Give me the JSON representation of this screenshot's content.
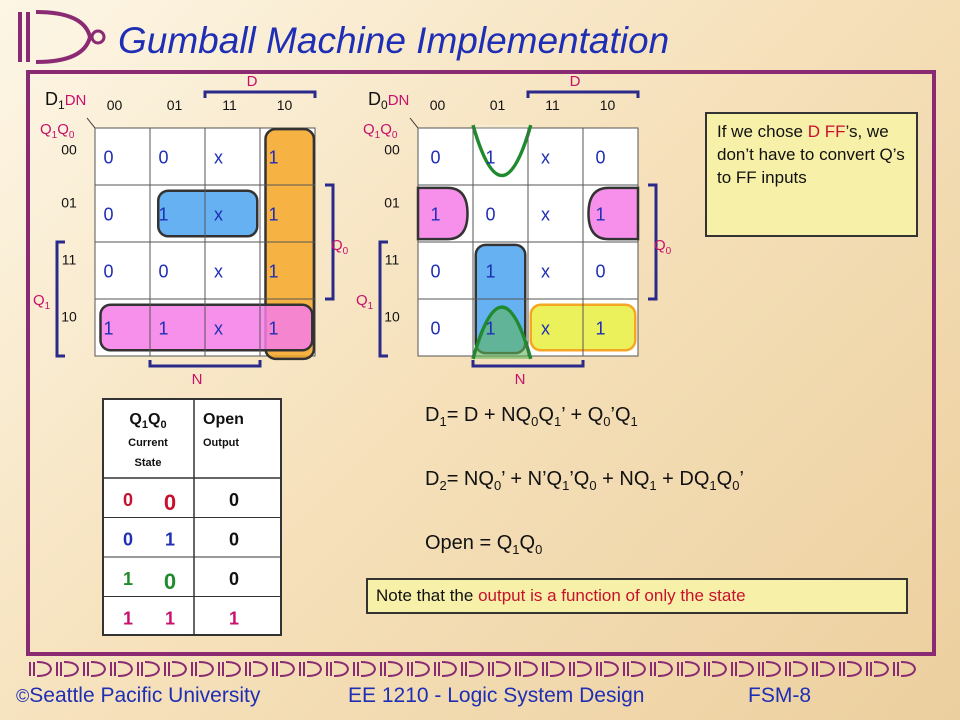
{
  "title": "Gumball Machine Implementation",
  "kmaps": [
    {
      "name": "D1",
      "corner_top": "D",
      "corner_top_sub": "1",
      "corner_top_rest": "DN",
      "corner_left": "Q",
      "corner_left_sub1": "1",
      "corner_left_mid": "Q",
      "corner_left_sub2": "0",
      "col_headers": [
        "00",
        "01",
        "11",
        "10"
      ],
      "row_headers": [
        "00",
        "01",
        "11",
        "10"
      ],
      "cells": [
        [
          "0",
          "0",
          "x",
          "1"
        ],
        [
          "0",
          "1",
          "x",
          "1"
        ],
        [
          "0",
          "0",
          "x",
          "1"
        ],
        [
          "1",
          "1",
          "x",
          "1"
        ]
      ],
      "label_top": "D",
      "label_bottom": "N",
      "label_right": "Q",
      "label_right_sub": "0",
      "label_left": "Q",
      "label_left_sub": "1"
    },
    {
      "name": "D0",
      "corner_top": "D",
      "corner_top_sub": "0",
      "corner_top_rest": "DN",
      "corner_left": "Q",
      "corner_left_sub1": "1",
      "corner_left_mid": "Q",
      "corner_left_sub2": "0",
      "col_headers": [
        "00",
        "01",
        "11",
        "10"
      ],
      "row_headers": [
        "00",
        "01",
        "11",
        "10"
      ],
      "cells": [
        [
          "0",
          "1",
          "x",
          "0"
        ],
        [
          "1",
          "0",
          "x",
          "1"
        ],
        [
          "0",
          "1",
          "x",
          "0"
        ],
        [
          "0",
          "1",
          "x",
          "1"
        ]
      ],
      "label_top": "D",
      "label_bottom": "N",
      "label_right": "Q",
      "label_right_sub": "0",
      "label_left": "Q",
      "label_left_sub": "1"
    }
  ],
  "note": {
    "before": "If we chose ",
    "d": "D FF",
    "after": "’s, we don’t have to convert Q’s to FF inputs"
  },
  "truth_table": {
    "head1": "Q",
    "head1_sub1": "1",
    "head1_mid": "Q",
    "head1_sub2": "0",
    "head1_small1": "Current",
    "head1_small2": "State",
    "head2": "Open",
    "head2_small": "Output",
    "rows": [
      [
        "0",
        "0",
        "0"
      ],
      [
        "0",
        "1",
        "0"
      ],
      [
        "1",
        "0",
        "0"
      ],
      [
        "1",
        "1",
        "1"
      ]
    ]
  },
  "equations": {
    "eq1": [
      "D",
      "1",
      "= D + NQ",
      "0",
      "Q",
      "1",
      "’ + Q",
      "0",
      "’Q",
      "1"
    ],
    "eq2": [
      "D",
      "2",
      "= NQ",
      "0",
      "’ + N’Q",
      "1",
      "’Q",
      "0",
      " + NQ",
      "1",
      " + DQ",
      "1",
      "Q",
      "0",
      "’"
    ],
    "eq3": [
      "Open = Q",
      "1",
      "Q",
      "0"
    ]
  },
  "footnote": {
    "before": "Note that the ",
    "red": "output is a function of only the state"
  },
  "footer": {
    "university": "Seattle  Pacific University",
    "course": "EE 1210 - Logic System Design",
    "slide": "FSM-8"
  },
  "colors": {
    "title": "#1f2fb5",
    "frame": "#8a2a72",
    "orange_group": "#f5a623",
    "blue_group": "#4aa3f0",
    "pink_group": "#f47ce6",
    "yellow_group": "#e7ef3e",
    "green_group": "#1f8a2e",
    "cell_blue": "#1f2fb5",
    "label_magenta": "#c8106c",
    "bracket_navy": "#2a2a8a"
  }
}
